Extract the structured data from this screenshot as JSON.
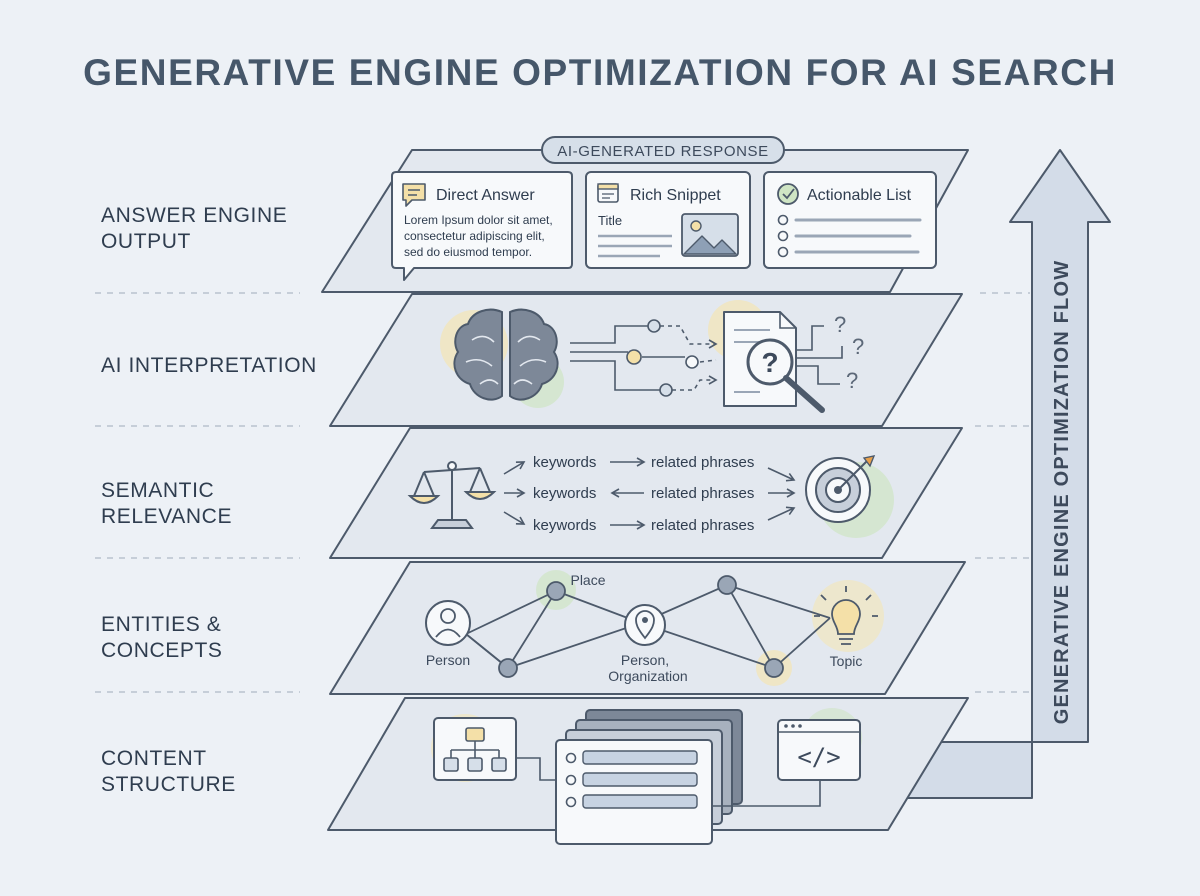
{
  "title": "GENERATIVE ENGINE OPTIMIZATION FOR AI SEARCH",
  "flow_label": "GENERATIVE ENGINE OPTIMIZATION FLOW",
  "layers": {
    "output": {
      "label_line1": "ANSWER ENGINE",
      "label_line2": "OUTPUT",
      "badge": "AI-GENERATED RESPONSE",
      "cards": {
        "direct": {
          "title": "Direct Answer",
          "line1": "Lorem Ipsum dolor sit amet,",
          "line2": "consectetur adipiscing elit,",
          "line3": "sed do eiusmod tempor."
        },
        "snippet": {
          "title": "Rich Snippet",
          "subtitle": "Title"
        },
        "list": {
          "title": "Actionable List"
        }
      }
    },
    "interpretation": {
      "label_line1": "AI INTERPRETATION",
      "question_mark": "?"
    },
    "semantic": {
      "label_line1": "SEMANTIC",
      "label_line2": "RELEVANCE",
      "rows": [
        {
          "left": "keywords",
          "right": "related phrases"
        },
        {
          "left": "keywords",
          "right": "related phrases"
        },
        {
          "left": "keywords",
          "right": "related phrases"
        }
      ]
    },
    "entities": {
      "label_line1": "ENTITIES &",
      "label_line2": "CONCEPTS",
      "nodes": {
        "person": "Person",
        "place": "Place",
        "org_line1": "Person,",
        "org_line2": "Organization",
        "topic": "Topic"
      }
    },
    "structure": {
      "label_line1": "CONTENT",
      "label_line2": "STRUCTURE",
      "code_glyph": "</>"
    }
  },
  "colors": {
    "background": "#edf1f6",
    "layer_fill": "#e3e8ef",
    "stroke": "#4d5a6b",
    "accent_green": "#cfe5c4",
    "accent_yellow": "#f4e6b5",
    "accent_blue": "#cbd8e8"
  }
}
